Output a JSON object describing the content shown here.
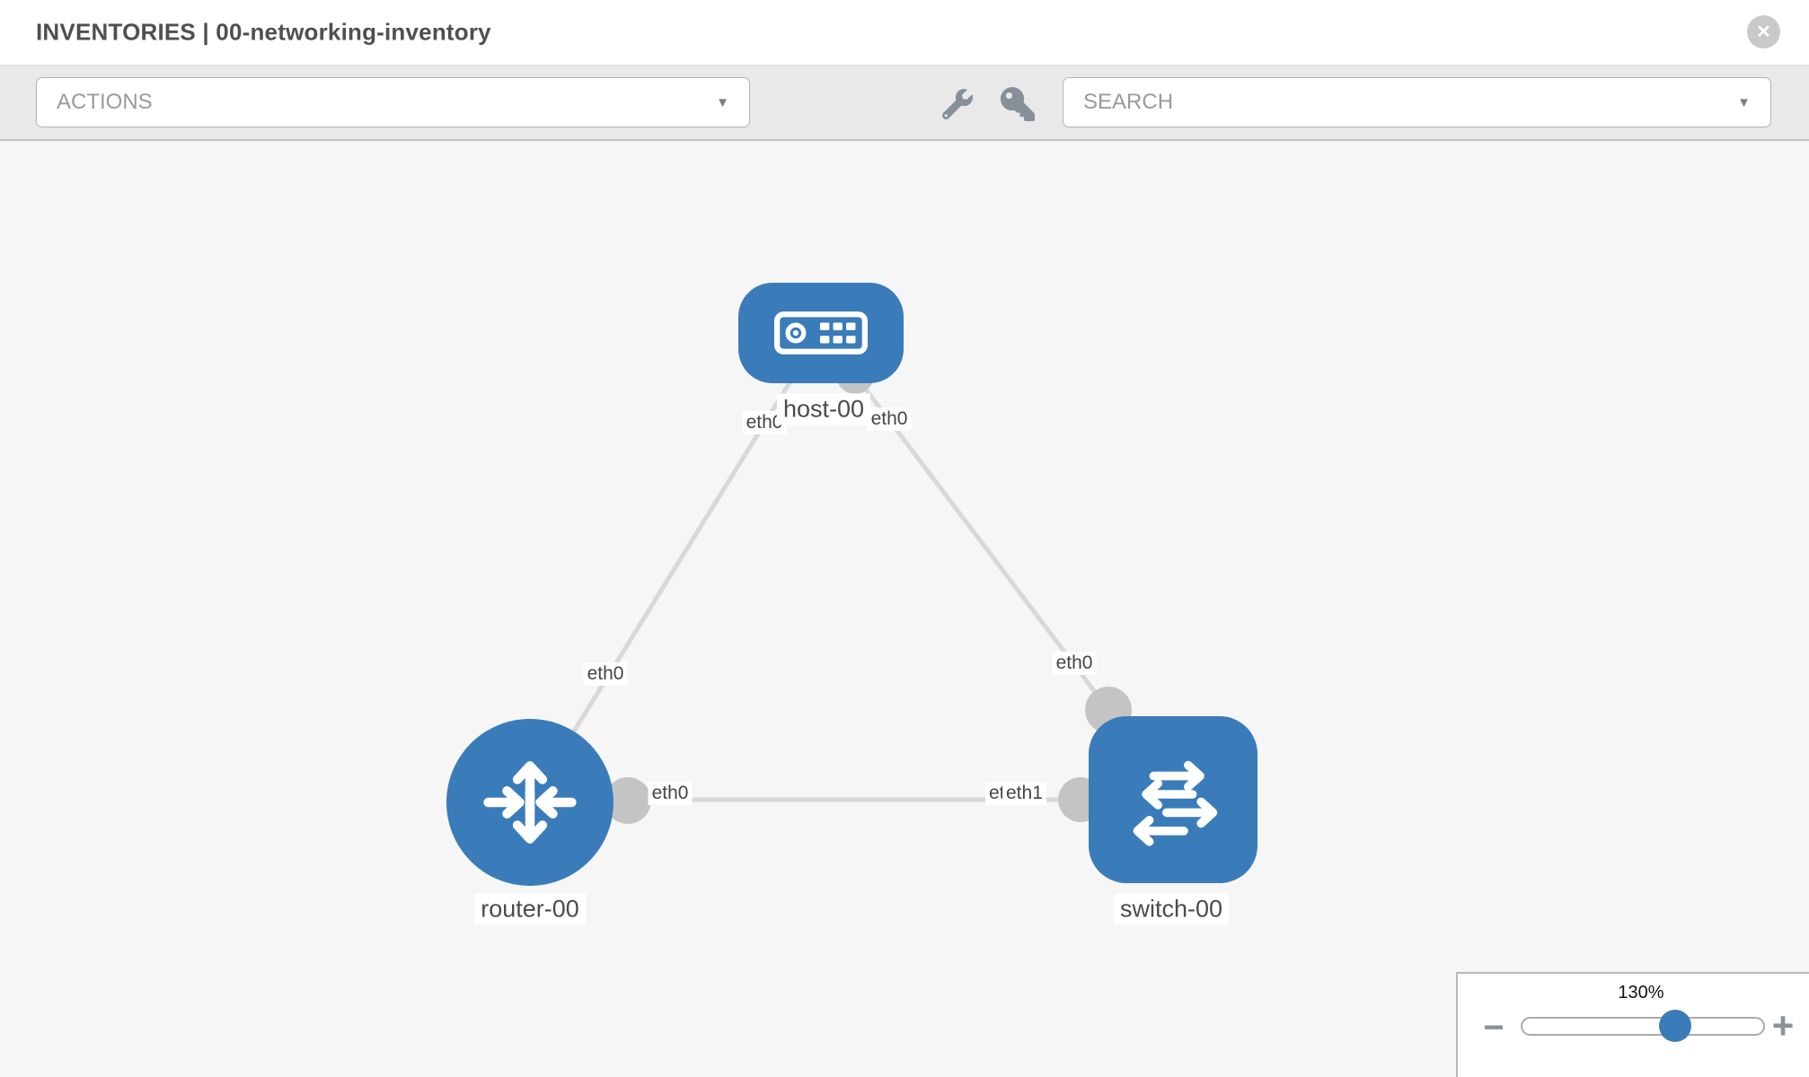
{
  "header": {
    "title": "INVENTORIES | 00-networking-inventory",
    "close_glyph": "✕"
  },
  "toolbar": {
    "actions_label": "ACTIONS",
    "search_label": "SEARCH",
    "caret_glyph": "▼"
  },
  "topology": {
    "nodes": [
      {
        "name": "host-00",
        "type": "host"
      },
      {
        "name": "router-00",
        "type": "router"
      },
      {
        "name": "switch-00",
        "type": "switch"
      }
    ],
    "links": [
      {
        "source": "host-00",
        "target": "router-00",
        "source_interface": "eth0",
        "target_interface": "eth0"
      },
      {
        "source": "host-00",
        "target": "switch-00",
        "source_interface": "eth0",
        "target_interface": "eth0"
      },
      {
        "source": "router-00",
        "target": "switch-00",
        "source_interface": "eth0",
        "target_interface": "eth1",
        "target_interface_behind": "eth0"
      }
    ]
  },
  "zoom_control": {
    "value": "130%",
    "minus_glyph": "−",
    "plus_glyph": "+"
  },
  "colors": {
    "node_blue": "#3a7cba",
    "edge_gray": "#d8d8d8",
    "interface_gray": "#c4c4c4",
    "slider_thumb_blue": "#3a7cba"
  }
}
